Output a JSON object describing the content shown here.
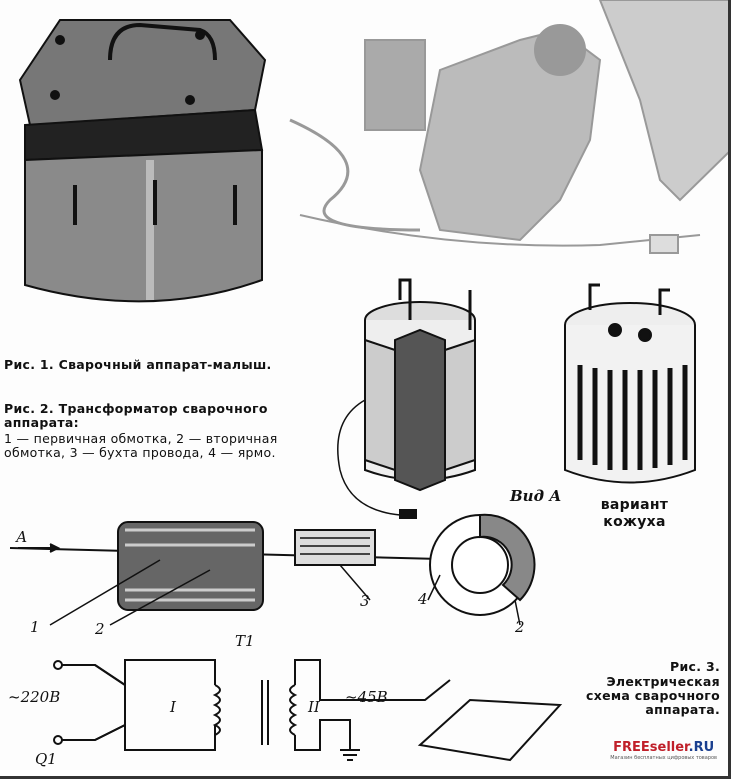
{
  "captions": {
    "fig1": "Рис. 1. Сварочный аппарат-малыш.",
    "fig2_title": "Рис. 2. Трансформатор сварочного аппарата:",
    "fig2_body": "1 — первичная обмотка, 2 — вторичная обмотка, 3 — бухта провода, 4 — ярмо.",
    "fig3_num": "Рис. 3.",
    "fig3_body": "Электрическая схема сварочного аппарата."
  },
  "labels": {
    "view_a": "Вид А",
    "casing_variant": "вариант кожуха",
    "arrow_a": "А",
    "n1": "1",
    "n2": "2",
    "n3": "3",
    "n4": "4",
    "n2b": "2",
    "t1": "T1",
    "v220": "~220В",
    "q1": "Q1",
    "w1": "I",
    "w2": "II",
    "v45": "~45В"
  },
  "watermark": {
    "brand_a": "FREEseller",
    "brand_b": ".RU",
    "tagline": "Магазин бесплатных цифровых товаров"
  }
}
